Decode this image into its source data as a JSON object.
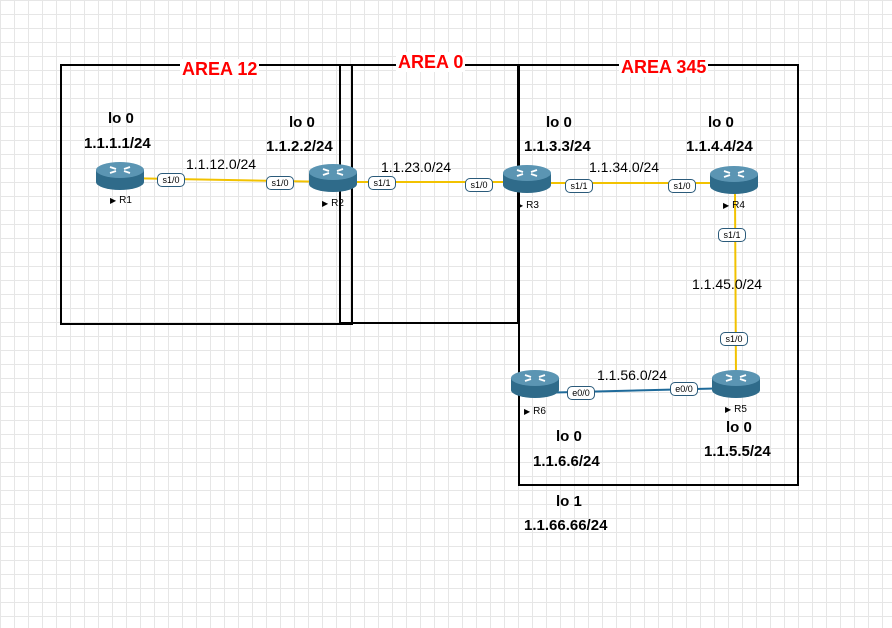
{
  "areas": [
    {
      "id": "area12",
      "title": "AREA 12"
    },
    {
      "id": "area0",
      "title": "AREA 0"
    },
    {
      "id": "area345",
      "title": "AREA 345"
    }
  ],
  "routers": {
    "r1": {
      "name": "R1",
      "lo_name": "lo 0",
      "lo_ip": "1.1.1.1/24"
    },
    "r2": {
      "name": "R2",
      "lo_name": "lo 0",
      "lo_ip": "1.1.2.2/24"
    },
    "r3": {
      "name": "R3",
      "lo_name": "lo 0",
      "lo_ip": "1.1.3.3/24"
    },
    "r4": {
      "name": "R4",
      "lo_name": "lo 0",
      "lo_ip": "1.1.4.4/24"
    },
    "r5": {
      "name": "R5",
      "lo_name": "lo 0",
      "lo_ip": "1.1.5.5/24"
    },
    "r6": {
      "name": "R6",
      "lo_name": "lo 0",
      "lo_ip": "1.1.6.6/24",
      "lo1_name": "lo 1",
      "lo1_ip": "1.1.66.66/24"
    }
  },
  "links": {
    "r1_r2": {
      "network": "1.1.12.0/24",
      "a_intf": "s1/0",
      "b_intf": "s1/0",
      "color": "#f2c200"
    },
    "r2_r3": {
      "network": "1.1.23.0/24",
      "a_intf": "s1/1",
      "b_intf": "s1/0",
      "color": "#f2c200"
    },
    "r3_r4": {
      "network": "1.1.34.0/24",
      "a_intf": "s1/1",
      "b_intf": "s1/0",
      "color": "#f2c200"
    },
    "r4_r5": {
      "network": "1.1.45.0/24",
      "a_intf": "s1/1",
      "b_intf": "s1/0",
      "color": "#f2c200"
    },
    "r6_r5": {
      "network": "1.1.56.0/24",
      "a_intf": "e0/0",
      "b_intf": "e0/0",
      "color": "#1e6a9a"
    }
  },
  "colors": {
    "area_title": "#ff0000",
    "router_body": "#2f6b8a",
    "serial_link": "#f2c200",
    "ethernet_link": "#1e6a9a"
  },
  "icons": {
    "router": "router-icon",
    "marker": "play-triangle-icon"
  }
}
